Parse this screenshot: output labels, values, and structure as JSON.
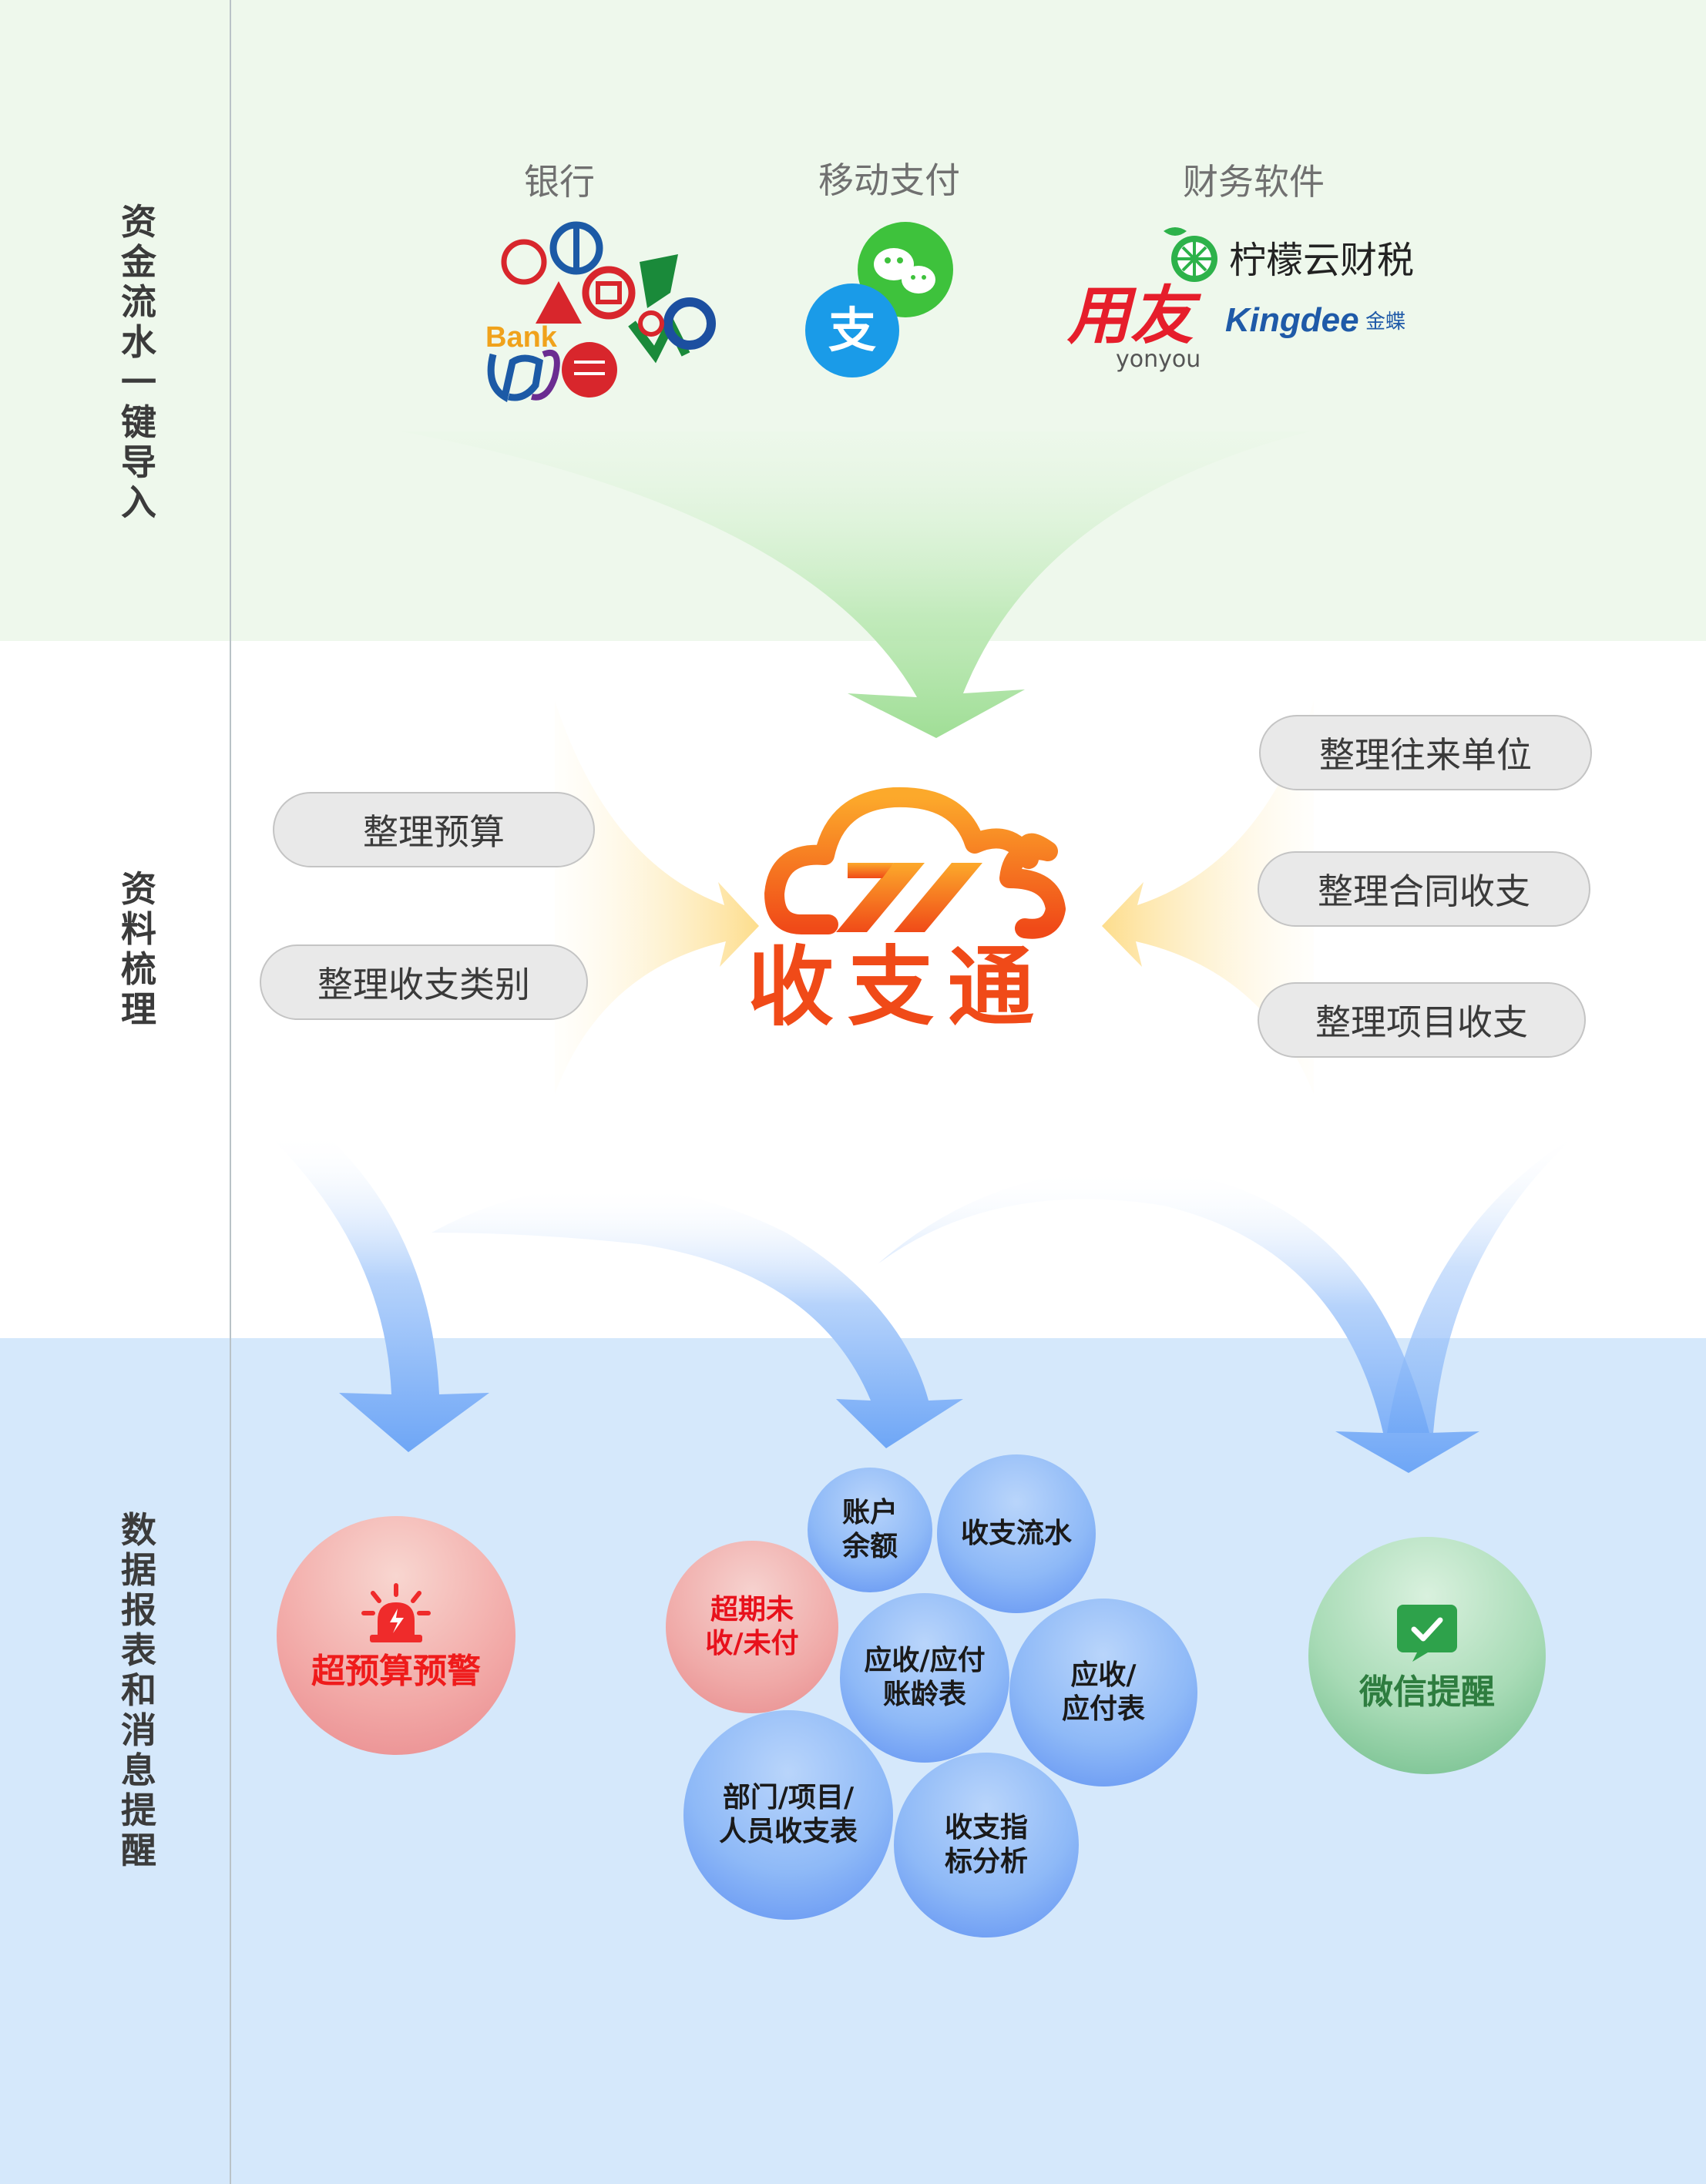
{
  "side_labels": {
    "import": "资金流水一键导入",
    "organize": "资料梳理",
    "reports": "数据报表和消息提醒"
  },
  "sources": {
    "bank": "银行",
    "mobile_pay": "移动支付",
    "finance_software": "财务软件"
  },
  "logos": {
    "bank_word": "Bank",
    "alipay_char": "支",
    "lemon_name": "柠檬云财税",
    "yonyou_cn": "用友",
    "yonyou_en": "yonyou",
    "kingdee_en": "Kingdee",
    "kingdee_cn": "金蝶"
  },
  "center_logo": {
    "name": "收支通",
    "color": "#f04a18"
  },
  "left_pills": [
    "整理预算",
    "整理收支类别"
  ],
  "right_pills": [
    "整理往来单位",
    "整理合同收支",
    "整理项目收支"
  ],
  "alerts": {
    "budget": "超预算预警",
    "wechat": "微信提醒"
  },
  "report_bubbles": {
    "account_balance": [
      "账户",
      "余额"
    ],
    "cash_flow": [
      "收支流水"
    ],
    "overdue": [
      "超期未",
      "收/未付"
    ],
    "aging": [
      "应收/应付",
      "账龄表"
    ],
    "receivable_payable": [
      "应收/",
      "应付表"
    ],
    "dept_project": [
      "部门/项目/",
      "人员收支表"
    ],
    "indicator": [
      "收支指",
      "标分析"
    ]
  },
  "colors": {
    "top_band": "#eef8ec",
    "bottom_band": "#d5e8fb",
    "green_arrow": "#a6df9d",
    "yellow_arrow": "#fde3a1",
    "blue_arrow": "#6fa8f6",
    "accent_orange": "#f5761e"
  }
}
